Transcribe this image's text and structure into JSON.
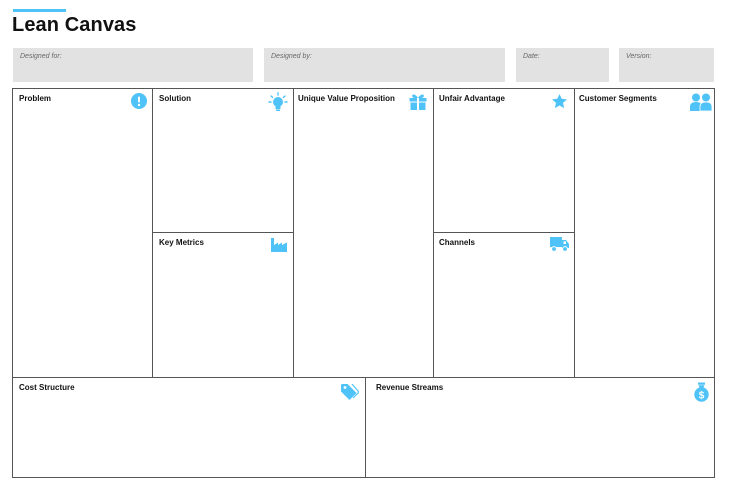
{
  "page": {
    "title": "Lean Canvas",
    "accent_color": "#4fc3f7"
  },
  "meta": {
    "designed_for_label": "Designed for:",
    "designed_by_label": "Designed by:",
    "date_label": "Date:",
    "version_label": "Version:"
  },
  "blocks": {
    "problem": {
      "title": "Problem",
      "icon": "exclamation-icon"
    },
    "solution": {
      "title": "Solution",
      "icon": "lightbulb-icon"
    },
    "key_metrics": {
      "title": "Key Metrics",
      "icon": "factory-icon"
    },
    "uvp": {
      "title": "Unique Value Proposition",
      "icon": "gift-icon"
    },
    "unfair_advantage": {
      "title": "Unfair Advantage",
      "icon": "star-icon"
    },
    "channels": {
      "title": "Channels",
      "icon": "truck-icon"
    },
    "customer_segments": {
      "title": "Customer Segments",
      "icon": "users-icon"
    },
    "cost_structure": {
      "title": "Cost Structure",
      "icon": "price-tag-icon"
    },
    "revenue_streams": {
      "title": "Revenue Streams",
      "icon": "money-bag-icon"
    }
  }
}
